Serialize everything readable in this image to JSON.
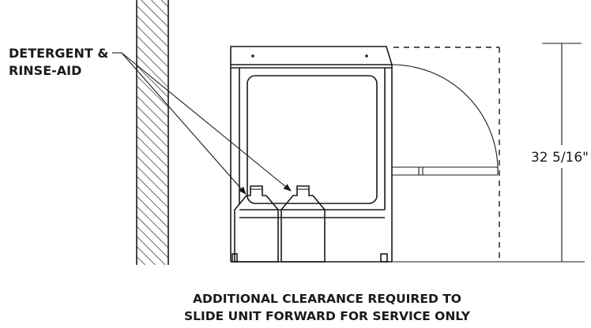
{
  "labels": {
    "detergent_line1": "DETERGENT &",
    "detergent_line2": "RINSE-AID",
    "height_dim": "32 5/16\"",
    "clearance_line1": "ADDITIONAL CLEARANCE REQUIRED TO",
    "clearance_line2": "SLIDE UNIT FORWARD FOR SERVICE ONLY"
  }
}
